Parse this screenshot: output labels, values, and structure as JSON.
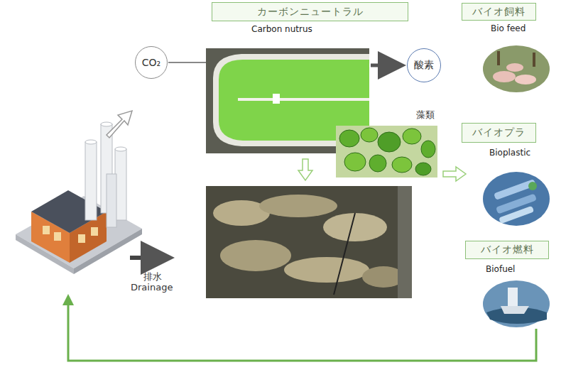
{
  "diagram": {
    "nodes": [
      {
        "text": [
          "カーボンニュートラル",
          "Carbon nutrus"
        ]
      },
      {
        "text": [
          "CO₂"
        ]
      },
      {
        "text": [
          "酸素"
        ]
      },
      {
        "text": [
          "バイオ飼料",
          "Bio feed"
        ]
      },
      {
        "text": [
          "バイオプラ",
          "Bioplastic"
        ]
      },
      {
        "text": [
          "バイオ燃料",
          "Biofuel"
        ]
      }
    ],
    "labels": [
      "藻類",
      "排水",
      "Drainage"
    ]
  }
}
